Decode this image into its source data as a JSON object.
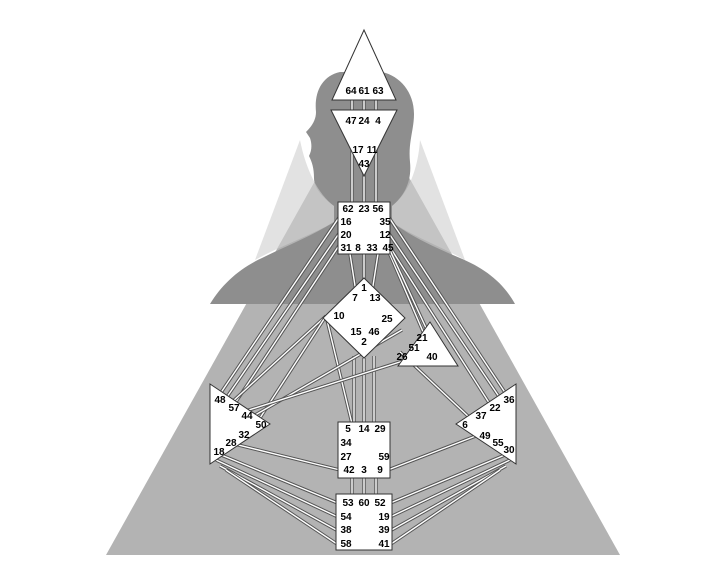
{
  "colors": {
    "background": "#ffffff",
    "triangle": "#b3b3b3",
    "silhouette": "#8e8e8e",
    "center_fill": "#ffffff",
    "channel": "#555555"
  },
  "centers": {
    "head": [
      "64",
      "61",
      "63"
    ],
    "ajna": [
      "47",
      "24",
      "4",
      "17",
      "11",
      "43"
    ],
    "throat": [
      "62",
      "23",
      "56",
      "16",
      "35",
      "20",
      "12",
      "31",
      "8",
      "33",
      "45"
    ],
    "g": [
      "1",
      "7",
      "13",
      "10",
      "25",
      "15",
      "46",
      "2"
    ],
    "ego": [
      "21",
      "51",
      "26",
      "40"
    ],
    "spleen": [
      "48",
      "57",
      "44",
      "50",
      "32",
      "28",
      "18"
    ],
    "solar_plexus": [
      "36",
      "22",
      "37",
      "6",
      "49",
      "55",
      "30"
    ],
    "sacral": [
      "5",
      "14",
      "29",
      "34",
      "27",
      "59",
      "42",
      "3",
      "9"
    ],
    "root": [
      "53",
      "60",
      "52",
      "54",
      "19",
      "38",
      "39",
      "58",
      "41"
    ]
  }
}
